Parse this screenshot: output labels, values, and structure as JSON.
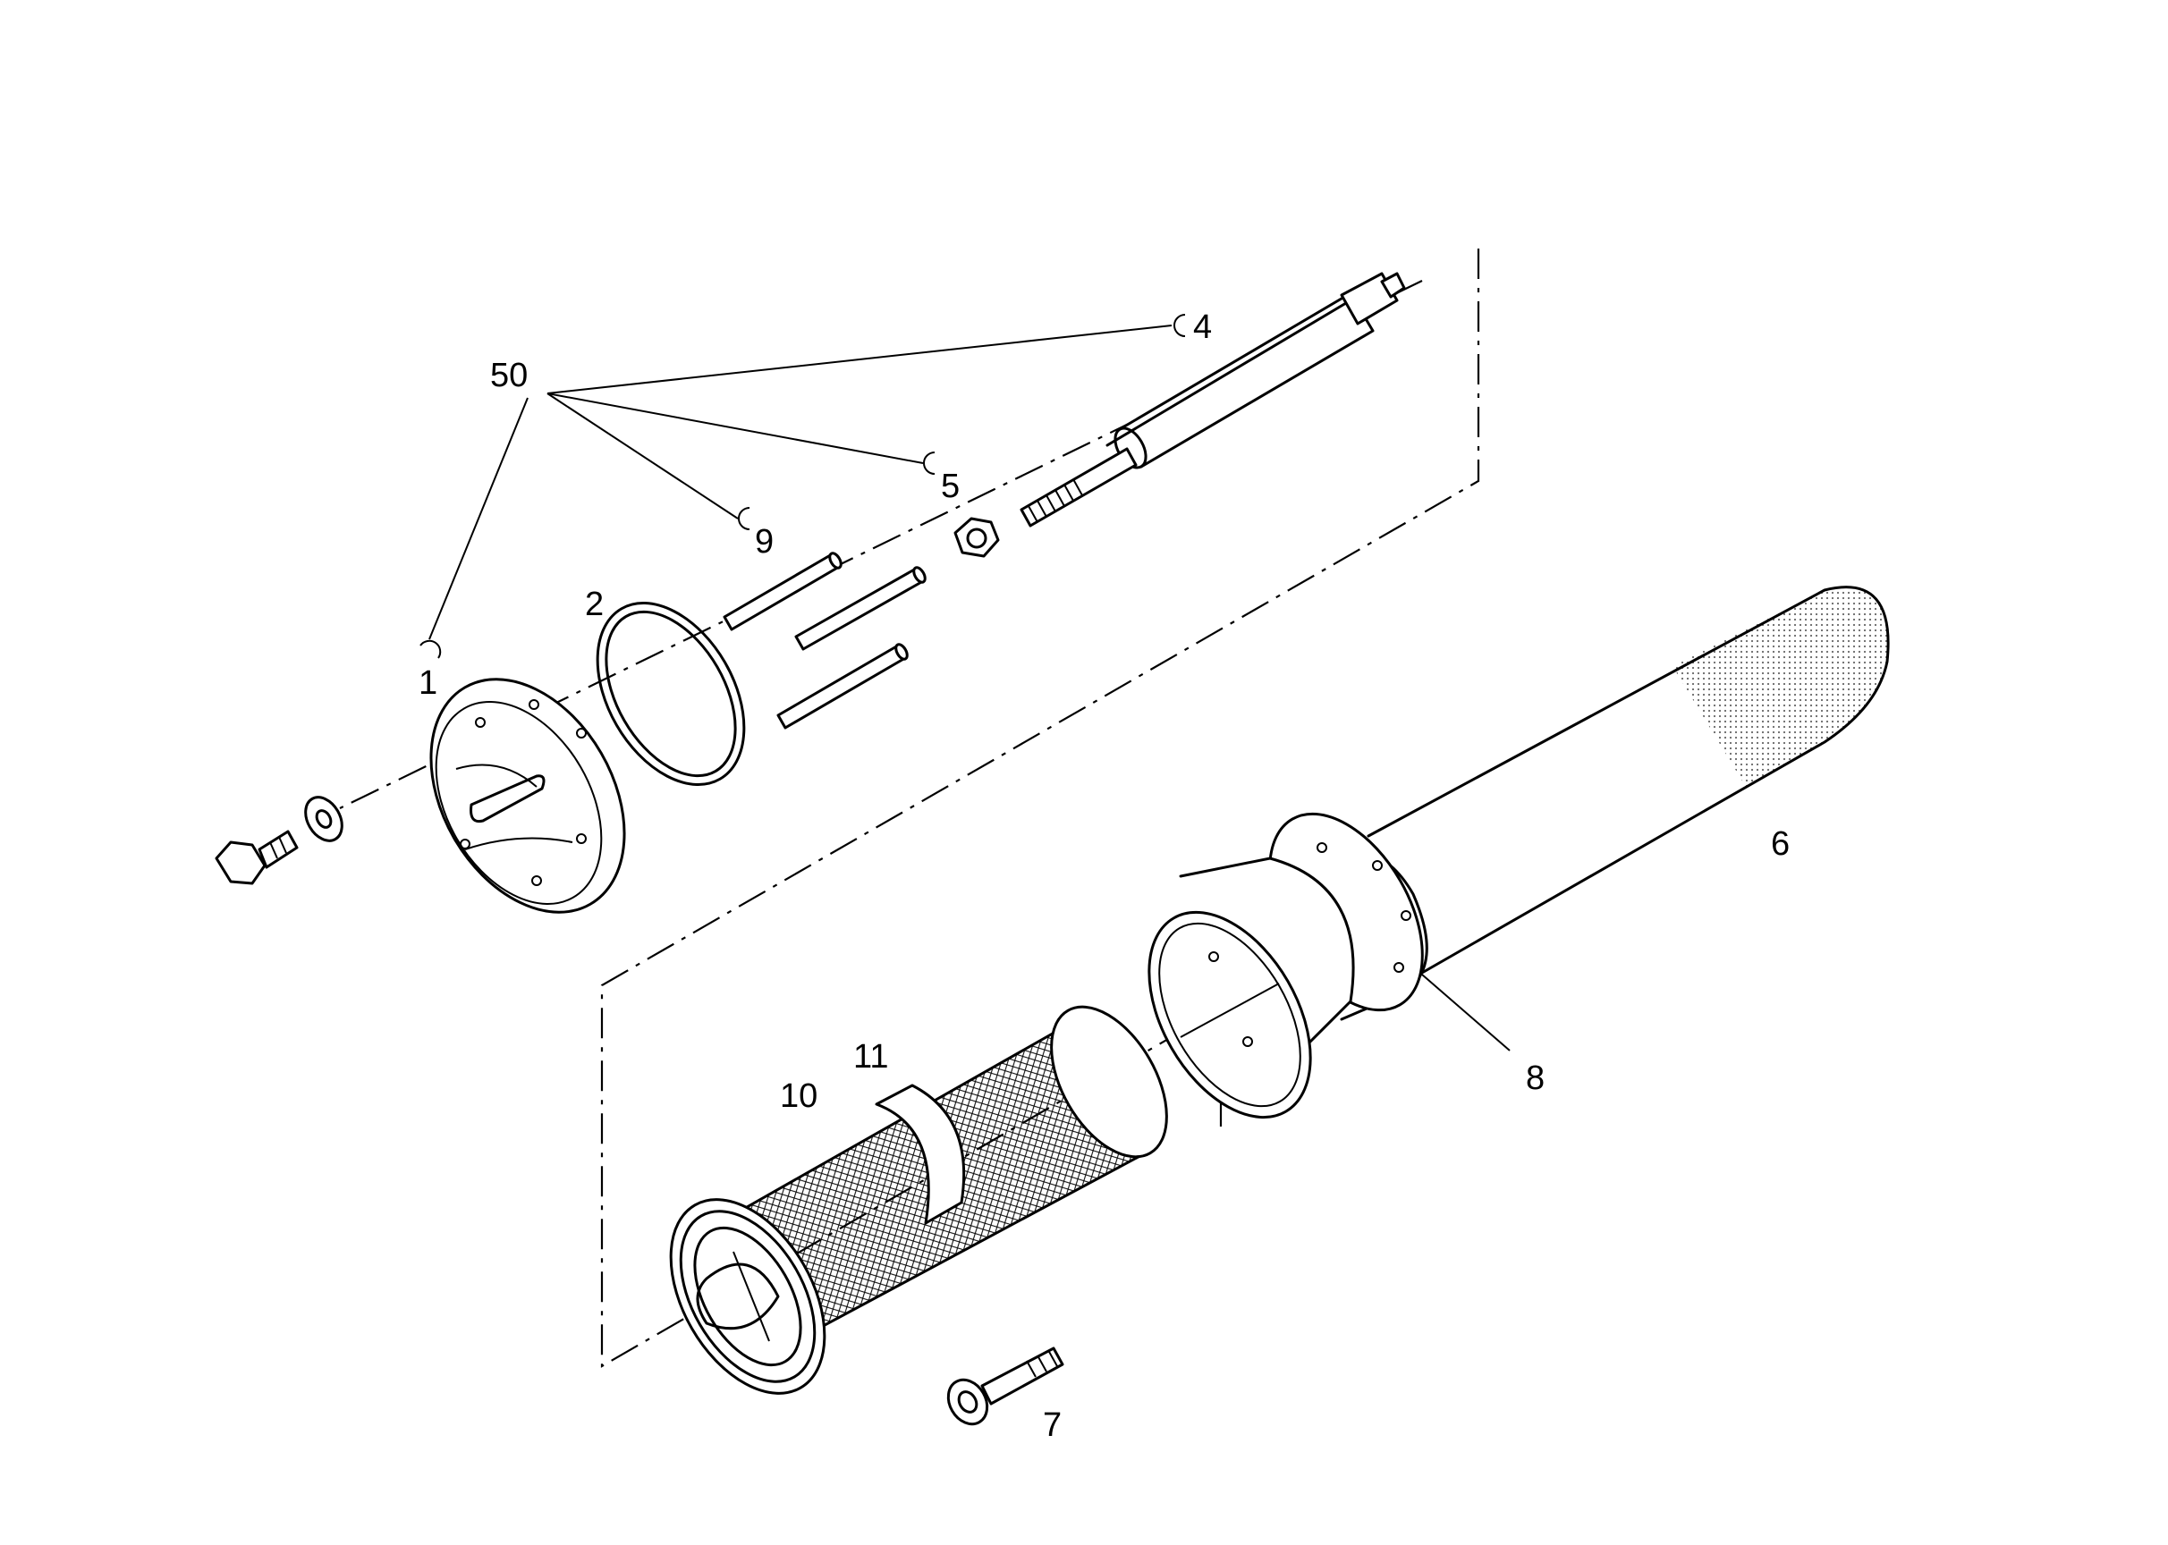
{
  "labels": {
    "l50": "50",
    "l4": "4",
    "l5": "5",
    "l9": "9",
    "l1": "1",
    "l2": "2",
    "l6": "6",
    "l8": "8",
    "l10": "10",
    "l11": "11",
    "l7": "7"
  },
  "colors": {
    "ink": "#000000",
    "paper": "#ffffff"
  }
}
